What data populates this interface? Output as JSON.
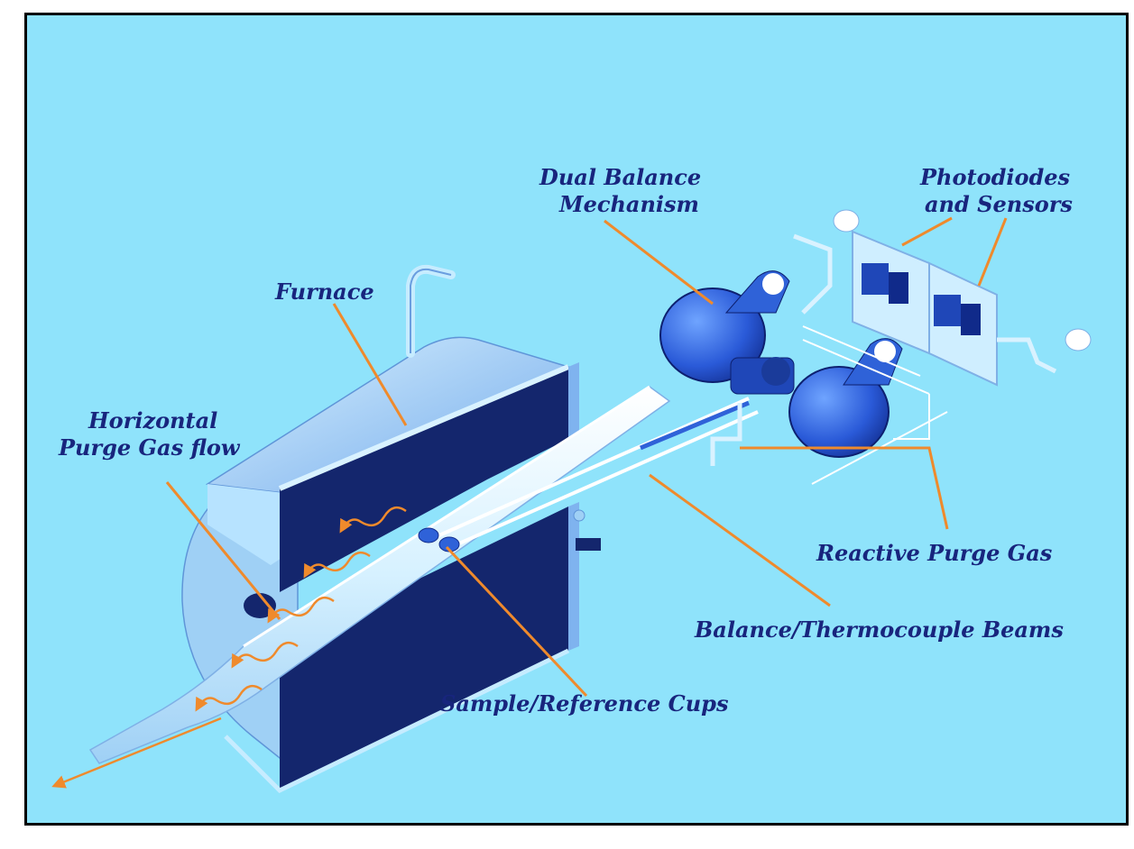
{
  "diagram": {
    "labels": {
      "furnace": "Furnace",
      "horizontal_1": "Horizontal",
      "horizontal_2": "Purge Gas flow",
      "dual_balance_1": "Dual Balance",
      "dual_balance_2": "Mechanism",
      "photodiodes_1": "Photodiodes",
      "photodiodes_2": "and Sensors",
      "reactive_purge": "Reactive Purge Gas",
      "beams": "Balance/Thermocouple Beams",
      "cups": "Sample/Reference Cups"
    },
    "colors": {
      "background": "#8fe3fb",
      "label_text": "#18257d",
      "leader_line": "#ef8a2c",
      "furnace_dark": "#14266d",
      "furnace_light": "#a9dcff",
      "metal_blue": "#2f62d8",
      "gas_flow": "#ef8a2c"
    }
  }
}
